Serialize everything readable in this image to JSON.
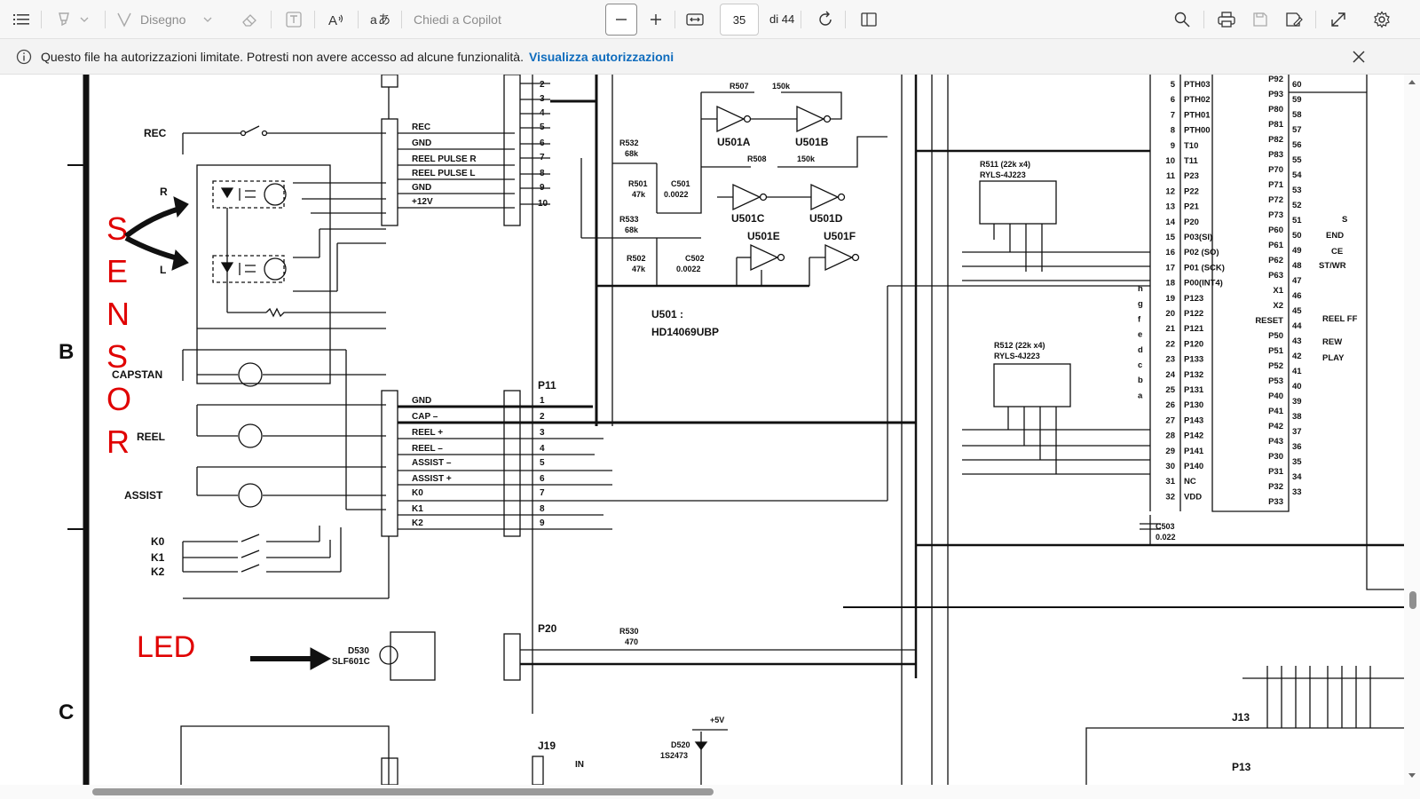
{
  "toolbar": {
    "contents_icon": "list-icon",
    "highlight_icon": "highlighter-icon",
    "draw_label": "Disegno",
    "erase_icon": "eraser-icon",
    "textbox_icon": "textbox-icon",
    "read_aloud_icon": "read-aloud-icon",
    "translate_icon": "translate-icon",
    "copilot_label": "Chiedi a Copilot",
    "page_number": "35",
    "page_total": "di 44",
    "accent_color": "#0f6cbd"
  },
  "infobar": {
    "message": "Questo file ha autorizzazioni limitate. Potresti non avere accesso ad alcune funzionalità.",
    "link": "Visualizza autorizzazioni"
  },
  "schematic": {
    "row_b": "B",
    "row_c": "C",
    "annotations": {
      "sensor_letters": [
        "S",
        "E",
        "N",
        "S",
        "O",
        "R"
      ],
      "led": "LED",
      "annotation_color": "#e00000"
    },
    "left_labels": {
      "rec": "REC",
      "r": "R",
      "l": "L",
      "capstan": "CAPSTAN",
      "reel": "REEL",
      "assist": "ASSIST",
      "k0": "K0",
      "k1": "K1",
      "k2": "K2",
      "d530": "D530",
      "slf": "SLF601C"
    },
    "connector1_pins": [
      "REC",
      "GND",
      "REEL PULSE R",
      "REEL PULSE L",
      "GND",
      "+12V"
    ],
    "connector1_numbers": [
      "2",
      "3",
      "4",
      "5",
      "6",
      "7",
      "8",
      "9",
      "10"
    ],
    "connector2_pins": [
      "GND",
      "CAP –",
      "REEL +",
      "REEL –",
      "ASSIST –",
      "ASSIST +",
      "K0",
      "K1",
      "K2"
    ],
    "p11": "P11",
    "p11_numbers": [
      "1",
      "2",
      "3",
      "4",
      "5",
      "6",
      "7",
      "8",
      "9"
    ],
    "p20": "P20",
    "j19": "J19",
    "in_label": "IN",
    "components": {
      "r507": "R507",
      "r507v": "150k",
      "r532": "R532",
      "r532v": "68k",
      "r501": "R501",
      "r501v": "47k",
      "c501": "C501",
      "c501v": "0.0022",
      "r508": "R508",
      "r508v": "150k",
      "r533": "R533",
      "r533v": "68k",
      "r502": "R502",
      "r502v": "47k",
      "c502": "C502",
      "c502v": "0.0022",
      "r530": "R530",
      "r530v": "470",
      "d520": "D520",
      "d520v": "1S2473",
      "plus5v": "+5V",
      "c503": "C503",
      "c503v": "0.022",
      "r511": "R511 (22k x4)",
      "r511p": "RYLS-4J223",
      "r512": "R512 (22k x4)",
      "r512p": "RYLS-4J223"
    },
    "gates": [
      "U501A",
      "U501B",
      "U501C",
      "U501D",
      "U501E",
      "U501F"
    ],
    "u501_name": "U501 :",
    "u501_part": "HD14069UBP",
    "ic_left_pins": [
      "5",
      "6",
      "7",
      "8",
      "9",
      "10",
      "11",
      "12",
      "13",
      "14",
      "15",
      "16",
      "17",
      "18",
      "19",
      "20",
      "21",
      "22",
      "23",
      "24",
      "25",
      "26",
      "27",
      "28",
      "29",
      "30",
      "31",
      "32"
    ],
    "ic_left_names": [
      "PTH03",
      "PTH02",
      "PTH01",
      "PTH00",
      "T10",
      "T11",
      "P23",
      "P22",
      "P21",
      "P20",
      "P03(SI)",
      "P02 (SO)",
      "P01 (SCK)",
      "P00(INT4)",
      "P123",
      "P122",
      "P121",
      "P120",
      "P133",
      "P132",
      "P131",
      "P130",
      "P143",
      "P142",
      "P141",
      "P140",
      "NC",
      "VDD"
    ],
    "ic_right_names": [
      "P92",
      "P93",
      "P80",
      "P81",
      "P82",
      "P83",
      "P70",
      "P71",
      "P72",
      "P73",
      "P60",
      "P61",
      "P62",
      "P63",
      "X1",
      "X2",
      "RESET",
      "P50",
      "P51",
      "P52",
      "P53",
      "P40",
      "P41",
      "P42",
      "P43",
      "P30",
      "P31",
      "P32",
      "P33"
    ],
    "ic_right_pins": [
      "60",
      "59",
      "58",
      "57",
      "56",
      "55",
      "54",
      "53",
      "52",
      "51",
      "50",
      "49",
      "48",
      "47",
      "46",
      "45",
      "44",
      "43",
      "42",
      "41",
      "40",
      "39",
      "38",
      "37",
      "36",
      "35",
      "34",
      "33"
    ],
    "side_labels": [
      "S",
      "END",
      "CE",
      "ST/WR",
      "REEL FF",
      "REW",
      "PLAY"
    ],
    "letters": [
      "h",
      "g",
      "f",
      "e",
      "d",
      "c",
      "b",
      "a"
    ],
    "j13": "J13",
    "p13": "P13"
  }
}
